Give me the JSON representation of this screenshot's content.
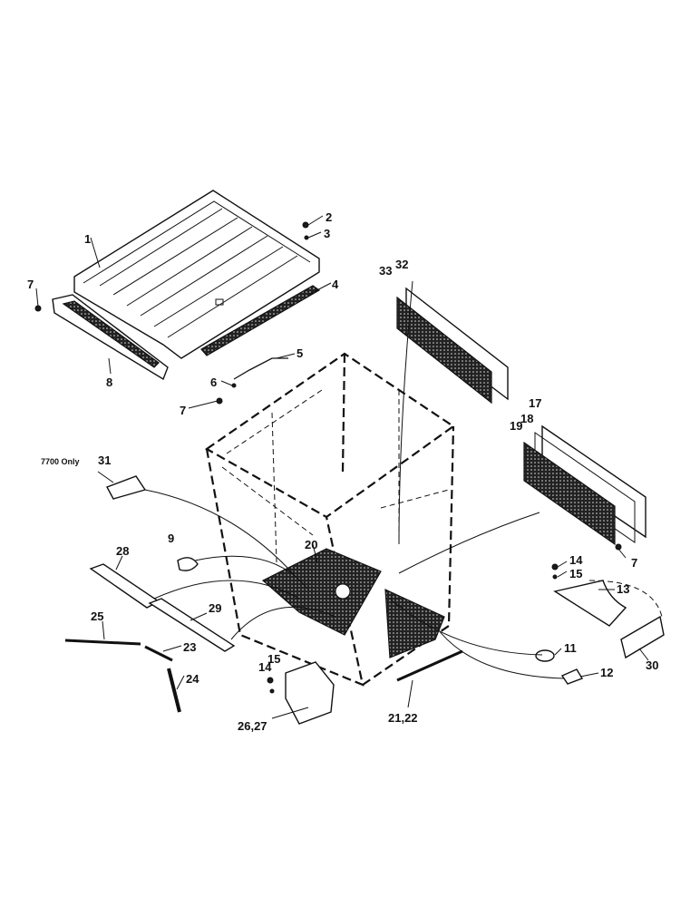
{
  "labels": {
    "n1": "1",
    "n2": "2",
    "n3": "3",
    "n4": "4",
    "n5": "5",
    "n6": "6",
    "n7a": "7",
    "n7b": "7",
    "n7c": "7",
    "n8": "8",
    "n9": "9",
    "n11": "11",
    "n12": "12",
    "n13": "13",
    "n14a": "14",
    "n14b": "14",
    "n15a": "15",
    "n15b": "15",
    "n17": "17",
    "n18": "18",
    "n19": "19",
    "n20": "20",
    "n21_22": "21,22",
    "n23": "23",
    "n24": "24",
    "n25": "25",
    "n26_27": "26,27",
    "n28": "28",
    "n29": "29",
    "n30": "30",
    "n31": "31",
    "n32": "32",
    "n33": "33"
  },
  "note_7700": "7700 Only"
}
